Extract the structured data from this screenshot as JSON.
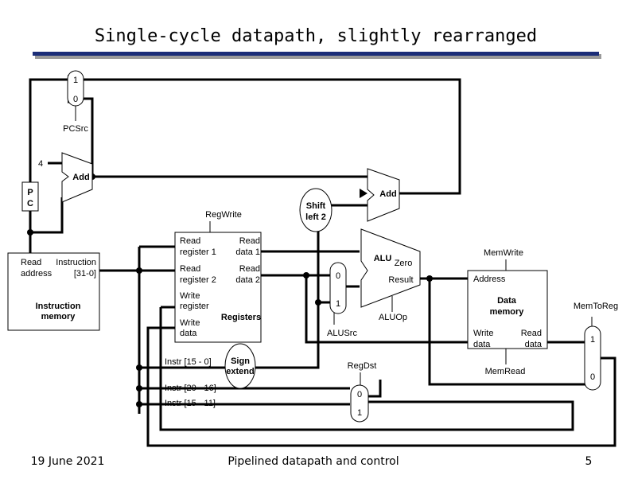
{
  "title": "Single-cycle datapath, slightly rearranged",
  "footer": {
    "date": "19 June 2021",
    "center": "Pipelined datapath and control",
    "page": "5"
  },
  "pc": {
    "p": "P",
    "c": "C"
  },
  "const_four": "4",
  "adders": {
    "pc_add": "Add",
    "branch_add": "Add"
  },
  "shift": {
    "line1": "Shift",
    "line2": "left 2"
  },
  "pcsrc_mux": {
    "in1": "1",
    "in0": "0",
    "control": "PCSrc"
  },
  "instruction_memory": {
    "read_address_1": "Read",
    "read_address_2": "address",
    "instruction_1": "Instruction",
    "instruction_2": "[31-0]",
    "name_1": "Instruction",
    "name_2": "memory"
  },
  "registers": {
    "control": "RegWrite",
    "read_reg1_1": "Read",
    "read_reg1_2": "register 1",
    "read_data1_1": "Read",
    "read_data1_2": "data 1",
    "read_reg2_1": "Read",
    "read_reg2_2": "register 2",
    "read_data2_1": "Read",
    "read_data2_2": "data 2",
    "write_reg_1": "Write",
    "write_reg_2": "register",
    "write_data_1": "Write",
    "write_data_2": "data",
    "name": "Registers"
  },
  "sign_extend": {
    "line1": "Sign",
    "line2": "extend"
  },
  "instr_fields": {
    "f1": "Instr [15 - 0]",
    "f2": "Instr [20 - 16]",
    "f3": "Instr [15 - 11]"
  },
  "alusrc_mux": {
    "in0": "0",
    "in1": "1",
    "control": "ALUSrc"
  },
  "alu": {
    "name": "ALU",
    "zero": "Zero",
    "result": "Result",
    "control": "ALUOp"
  },
  "regdst_mux": {
    "in0": "0",
    "in1": "1",
    "control": "RegDst"
  },
  "data_memory": {
    "control_write": "MemWrite",
    "address": "Address",
    "name_1": "Data",
    "name_2": "memory",
    "write_data_1": "Write",
    "write_data_2": "data",
    "read_data_1": "Read",
    "read_data_2": "data",
    "control_read": "MemRead"
  },
  "memtoreg_mux": {
    "in1": "1",
    "in0": "0",
    "control": "MemToReg"
  }
}
